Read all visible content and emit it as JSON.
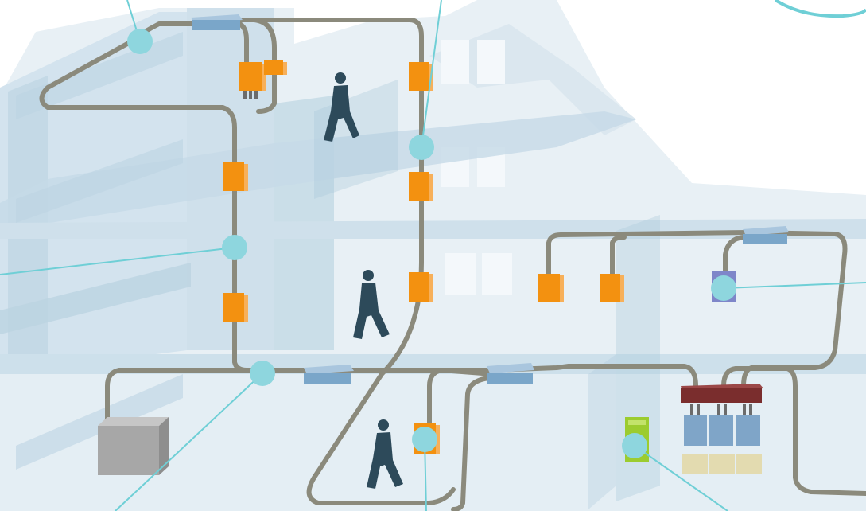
{
  "diagram": {
    "colors": {
      "building_face": "#dde9f1",
      "building_shadow": "#b9cfdd",
      "floor_slab": "#c9dce8",
      "cable": "#8b8a7c",
      "device_orange": "#f39110",
      "device_orange_side": "#f7b05a",
      "switch_blue": "#7aa6c9",
      "switch_blue_top": "#a9c6de",
      "callout_dot": "#8ed6de",
      "callout_line": "#6fcfd6",
      "person": "#2d4a5a",
      "server_gray": "#a7a7a7",
      "rack_red": "#7a2d2d",
      "panel_blue": "#7fa5c8",
      "ups_beige": "#e3dbb0",
      "green_device": "#9ccc2f",
      "purple_device": "#7e86c9"
    },
    "elements": {
      "people": [
        "person-walking-top-floor",
        "person-walking-middle-floor",
        "person-walking-ground-floor"
      ],
      "callouts": 8
    }
  }
}
